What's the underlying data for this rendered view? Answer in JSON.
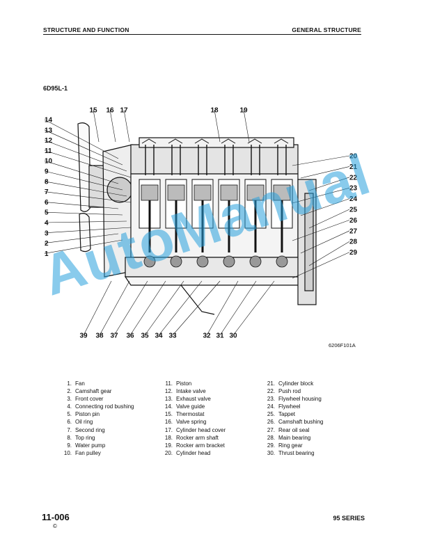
{
  "header": {
    "left": "STRUCTURE AND FUNCTION",
    "right": "GENERAL STRUCTURE"
  },
  "model": "6D95L-1",
  "figure": {
    "callouts_left": [
      "14",
      "13",
      "12",
      "11",
      "10",
      "9",
      "8",
      "7",
      "6",
      "5",
      "4",
      "3",
      "2",
      "1"
    ],
    "callouts_top": [
      "15",
      "16",
      "17",
      "18",
      "19"
    ],
    "callouts_right": [
      "20",
      "21",
      "22",
      "23",
      "24",
      "25",
      "26",
      "27",
      "28",
      "29"
    ],
    "callouts_bottom": [
      "39",
      "38",
      "37",
      "36",
      "35",
      "34",
      "33",
      "32",
      "31",
      "30"
    ],
    "ref": "6206F101A"
  },
  "legend": [
    {
      "num": "1.",
      "label": "Fan"
    },
    {
      "num": "2.",
      "label": "Camshaft gear"
    },
    {
      "num": "3.",
      "label": "Front cover"
    },
    {
      "num": "4.",
      "label": "Connecting rod bushing"
    },
    {
      "num": "5.",
      "label": "Piston pin"
    },
    {
      "num": "6.",
      "label": "Oil ring"
    },
    {
      "num": "7.",
      "label": "Second ring"
    },
    {
      "num": "8.",
      "label": "Top ring"
    },
    {
      "num": "9.",
      "label": "Water pump"
    },
    {
      "num": "10.",
      "label": "Fan pulley"
    },
    {
      "num": "11.",
      "label": "Piston"
    },
    {
      "num": "12.",
      "label": "Intake valve"
    },
    {
      "num": "13.",
      "label": "Exhaust valve"
    },
    {
      "num": "14.",
      "label": "Valve guide"
    },
    {
      "num": "15.",
      "label": "Thermostat"
    },
    {
      "num": "16.",
      "label": "Valve spring"
    },
    {
      "num": "17.",
      "label": "Cylinder head cover"
    },
    {
      "num": "18.",
      "label": "Rocker arm shaft"
    },
    {
      "num": "19.",
      "label": "Rocker arm bracket"
    },
    {
      "num": "20.",
      "label": "Cylinder head"
    },
    {
      "num": "21.",
      "label": "Cylinder block"
    },
    {
      "num": "22.",
      "label": "Push rod"
    },
    {
      "num": "23.",
      "label": "Flywheel housing"
    },
    {
      "num": "24.",
      "label": "Flywheel"
    },
    {
      "num": "25.",
      "label": "Tappet"
    },
    {
      "num": "26.",
      "label": "Camshaft bushing"
    },
    {
      "num": "27.",
      "label": "Rear oil seal"
    },
    {
      "num": "28.",
      "label": "Main bearing"
    },
    {
      "num": "29.",
      "label": "Ring gear"
    },
    {
      "num": "30.",
      "label": "Thrust bearing"
    }
  ],
  "footer": {
    "page": "11-006",
    "copyright": "©",
    "series": "95 SERIES"
  },
  "watermark": "AutoManual"
}
